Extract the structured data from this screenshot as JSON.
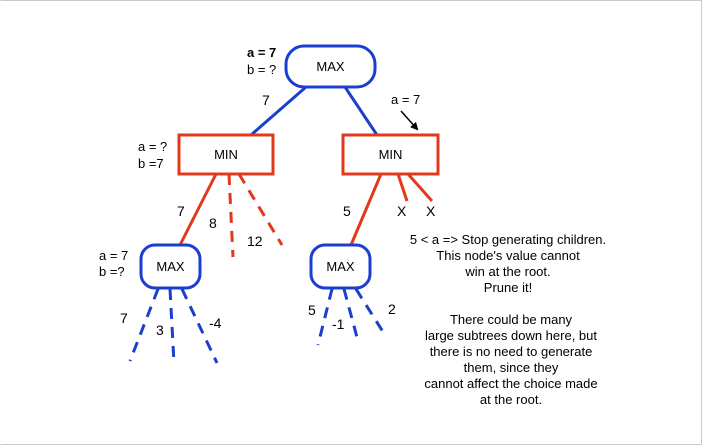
{
  "colors": {
    "max_node": "#1a3fd0",
    "min_node": "#e2391c",
    "text": "#000000"
  },
  "nodes": {
    "root": {
      "label": "MAX",
      "alpha": "a = 7",
      "beta": "b = ?"
    },
    "min_left": {
      "label": "MIN",
      "alpha": "a = ?",
      "beta": "b =7"
    },
    "min_right": {
      "label": "MIN",
      "alpha_note": "a = 7"
    },
    "max_left": {
      "label": "MAX",
      "alpha": "a = 7",
      "beta": "b =?"
    },
    "max_right": {
      "label": "MAX"
    }
  },
  "edge_values": {
    "root_left": "7",
    "min_left_children": [
      "7",
      "8",
      "12"
    ],
    "min_right_children": [
      "5",
      "X",
      "X"
    ],
    "max_left_children": [
      "7",
      "3",
      "-4"
    ],
    "max_right_children": [
      "5",
      "-1",
      "2"
    ]
  },
  "notes": {
    "prune": [
      "5 < a =>  Stop generating children.",
      "This node's value cannot",
      "win at the root.",
      "Prune it!"
    ],
    "subtrees": [
      "There could be many",
      "large subtrees down here, but",
      "there is no need to generate",
      "them, since they",
      "cannot affect the choice made",
      "at the root."
    ]
  }
}
